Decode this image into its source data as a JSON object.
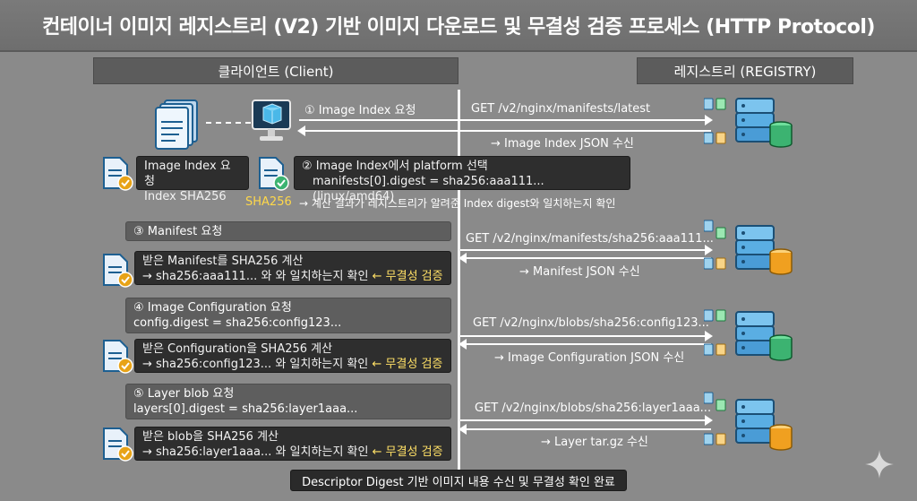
{
  "title": "컨테이너 이미지 레지스트리 (V2) 기반 이미지 다운로드 및 무결성 검증 프로세스 (HTTP Protocol)",
  "columns": {
    "client": "클라이언트 (Client)",
    "registry": "레지스트리 (REGISTRY)"
  },
  "step1": {
    "request": "① Image Index 요청",
    "get": "GET /v2/nginx/manifests/latest",
    "response": "→ Image Index JSON 수신"
  },
  "step2": {
    "left_line1": "Image Index 요청",
    "left_line2": "Index SHA256",
    "box_line1": "② Image Index에서 platform 선택",
    "box_line2": "manifests[0].digest = sha256:aaa111... (linux/amd64)",
    "sha_label": "SHA256",
    "note": "→ 계산 결과가 레지스트리가 알려준 Index digest와 일치하는지 확인"
  },
  "step3": {
    "header": "③ Manifest 요청",
    "get": "GET /v2/nginx/manifests/sha256:aaa111...",
    "response": "→ Manifest JSON 수신",
    "verify_line1": "받은 Manifest를 SHA256 계산",
    "verify_line2": "→ sha256:aaa111... 와 와 일치하는지 확인",
    "verify_tag": "← 무결성 검증"
  },
  "step4": {
    "header": "④ Image Configuration 요청",
    "digest": "config.digest = sha256:config123...",
    "get": "GET /v2/nginx/blobs/sha256:config123...",
    "response": "→ Image Configuration JSON 수신",
    "verify_line1": "받은 Configuration을 SHA256 계산",
    "verify_line2": "→ sha256:config123... 와 일치하는지 확인",
    "verify_tag": "← 무결성 검증"
  },
  "step5": {
    "header": "⑤ Layer blob 요청",
    "digest": "layers[0].digest = sha256:layer1aaa...",
    "get": "GET /v2/nginx/blobs/sha256:layer1aaa...",
    "response": "→ Layer tar.gz 수신",
    "verify_line1": "받은 blob을 SHA256 계산",
    "verify_line2": "→ sha256:layer1aaa... 와 일치하는지 확인",
    "verify_tag": "← 무결성 검증"
  },
  "footer": "Descriptor Digest 기반 이미지 내용 수신 및 무결성 확인 완료",
  "colors": {
    "db_green": "#3cb371",
    "db_orange": "#f0a020",
    "server_blue": "#4aa0d8",
    "check_gold": "#e8a317"
  }
}
